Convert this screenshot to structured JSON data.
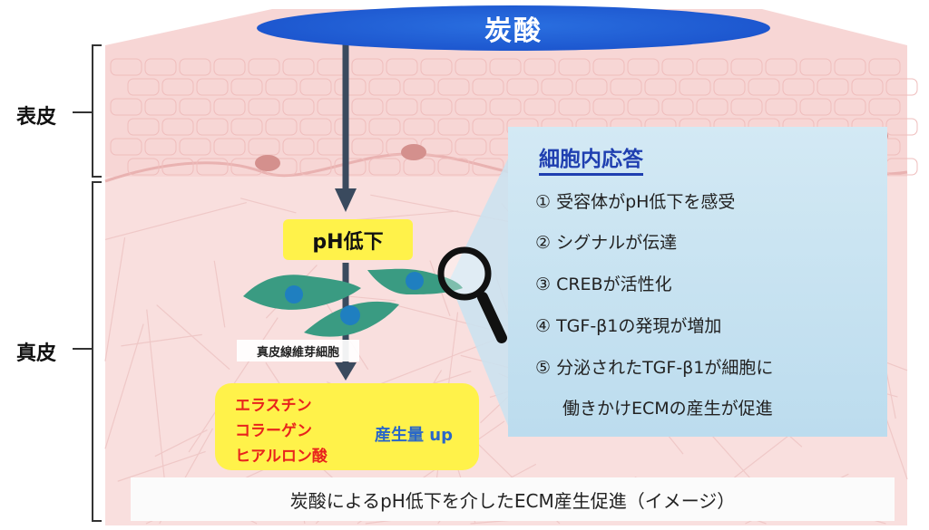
{
  "top_label": "炭酸",
  "layers": {
    "epidermis": "表皮",
    "dermis": "真皮"
  },
  "ph_label": "pH低下",
  "cell_label": "真皮線維芽細胞",
  "products": [
    "エラスチン",
    "コラーゲン",
    "ヒアルロン酸"
  ],
  "production_up": "産生量 up",
  "panel": {
    "title": "細胞内応答",
    "steps": [
      "① 受容体がpH低下を感受",
      "② シグナルが伝達",
      "③ CREBが活性化",
      "④ TGF-β1の発現が増加",
      "⑤ 分泌されたTGF-β1が細胞に",
      "働きかけECMの産生が促進"
    ]
  },
  "caption": "炭酸によるpH低下を介したECM産生促進（イメージ）",
  "colors": {
    "oval_blue": "#1d57cf",
    "yellow": "#fff24a",
    "product_red": "#e8231c",
    "panel_title_blue": "#1f3fb0",
    "panel_bg": "#c8e3f1",
    "skin_pink": "#f6d3d3",
    "arrow": "#3a4a5e",
    "cell_green": "#3a9b82",
    "nucleus_blue": "#1f7fc0"
  },
  "icons": [
    "magnifier-icon",
    "down-arrow-icon",
    "gradient-up-arrow-icon"
  ]
}
